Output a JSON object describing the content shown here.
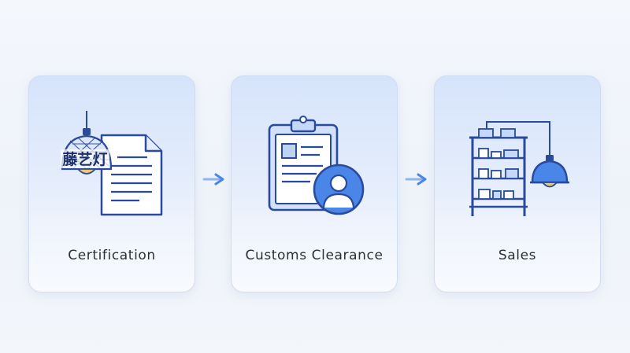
{
  "steps": [
    {
      "label": "Certification",
      "icon": "lamp-document-icon",
      "stamp_text": "藤艺灯"
    },
    {
      "label": "Customs Clearance",
      "icon": "clipboard-person-icon"
    },
    {
      "label": "Sales",
      "icon": "shelf-lamp-icon"
    }
  ],
  "colors": {
    "stroke": "#2a4a9c",
    "accent": "#4a86e8",
    "fill_light": "#c6d8f7",
    "bulb": "#f3c766"
  }
}
